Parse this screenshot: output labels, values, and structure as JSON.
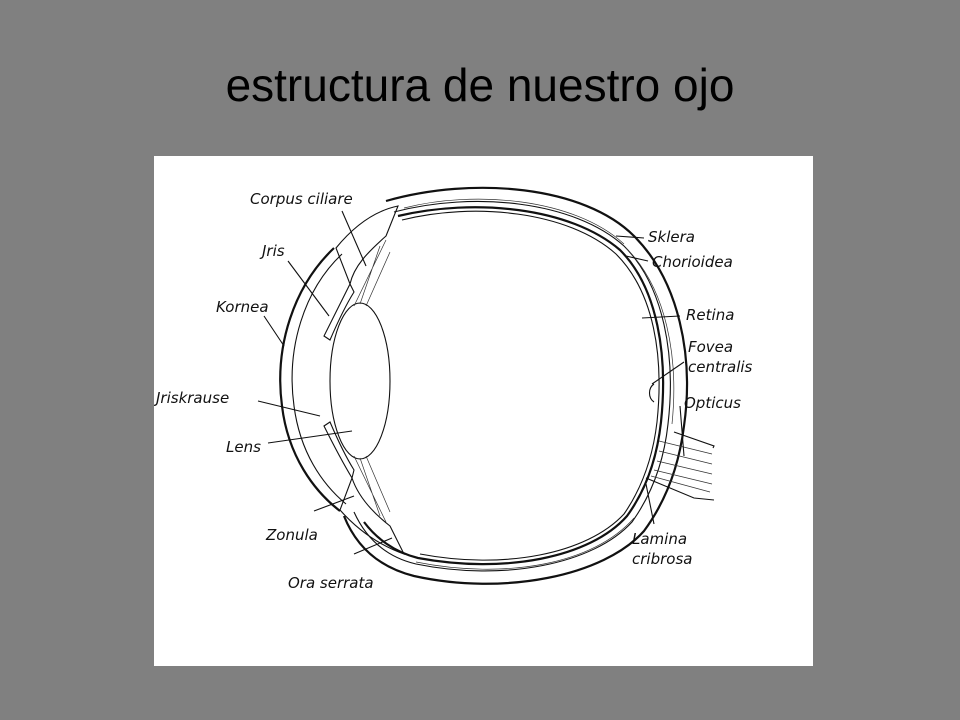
{
  "slide": {
    "title": "estructura de nuestro ojo"
  },
  "diagram": {
    "labels": {
      "corpus_ciliare": "Corpus ciliare",
      "iris": "Jris",
      "kornea": "Kornea",
      "iriskrause": "Jriskrause",
      "lens": "Lens",
      "zonula": "Zonula",
      "ora_serrata": "Ora serrata",
      "sklera": "Sklera",
      "chorioidea": "Chorioidea",
      "retina": "Retina",
      "fovea_line1": "Fovea",
      "fovea_line2": "centralis",
      "opticus": "Opticus",
      "lamina_line1": "Lamina",
      "lamina_line2": "cribrosa"
    },
    "colors": {
      "slide_background": "#808080",
      "panel_background": "#ffffff",
      "ink": "#111111"
    }
  }
}
